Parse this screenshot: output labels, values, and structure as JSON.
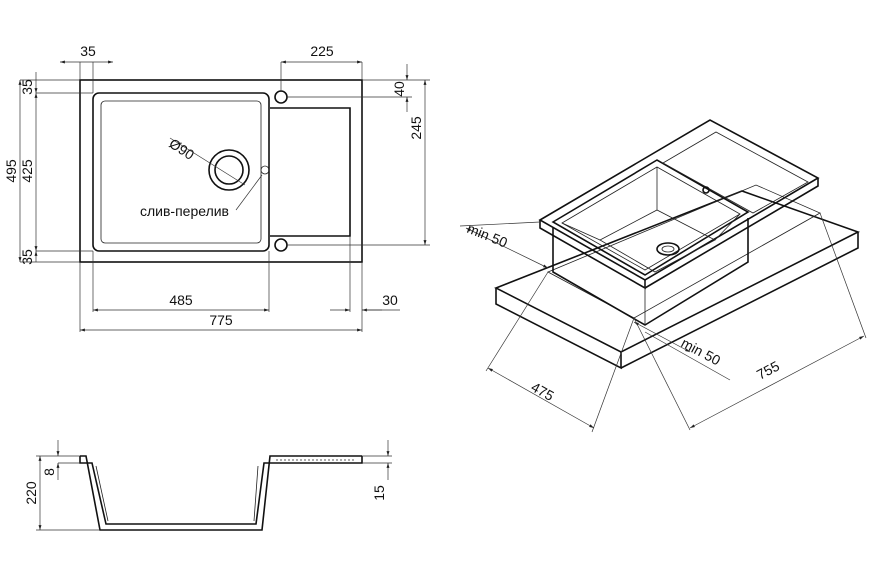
{
  "top_view": {
    "dims": {
      "left_rim": "35",
      "drain_offset": "225",
      "top_rim": "35",
      "height_total": "495",
      "bowl_height": "425",
      "bottom_rim": "35",
      "drain_top": "40",
      "drain_height": "245",
      "bowl_width": "485",
      "right_rim": "30",
      "total_width": "775",
      "drain_diameter": "Ø90"
    },
    "overflow_label": "слив-перелив"
  },
  "iso_view": {
    "dims": {
      "min_left": "min 50",
      "min_right": "min 50",
      "cutout_depth": "475",
      "cutout_width": "755"
    }
  },
  "section_view": {
    "dims": {
      "depth": "220",
      "rim_thickness": "8",
      "drainboard_depth": "15"
    }
  }
}
